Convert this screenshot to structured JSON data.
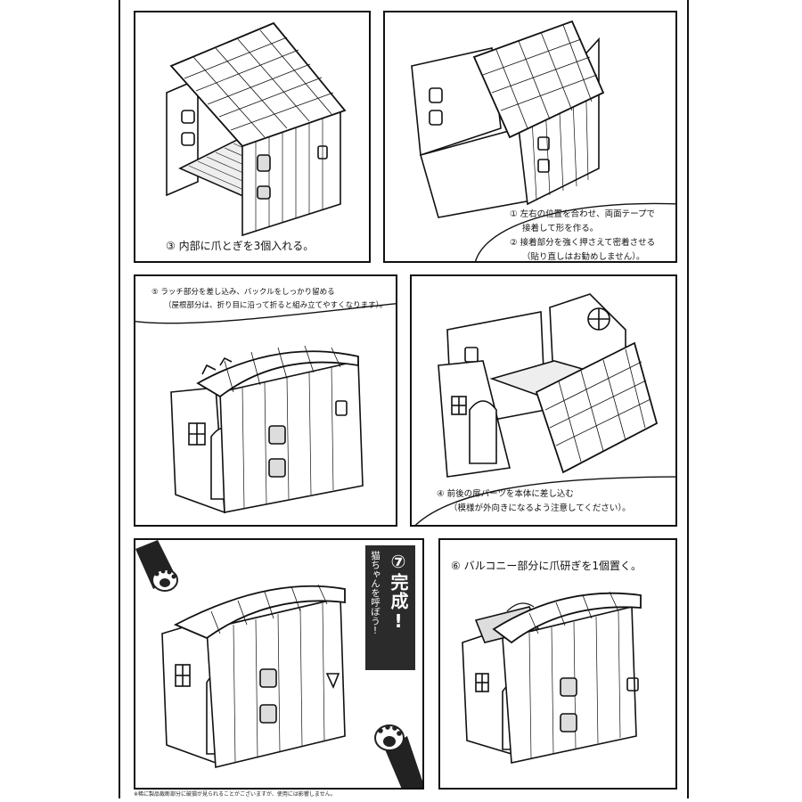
{
  "steps": {
    "step3": {
      "number": "③",
      "text": "内部に爪とぎを3個入れる。"
    },
    "step1_2": {
      "n1": "①",
      "line1": "左右の位置を合わせ、両面テープで",
      "line2": "接着して形を作る。",
      "n2": "②",
      "line3": "接着部分を強く押さえて密着させる",
      "line4": "（貼り直しはお勧めしません）。"
    },
    "step5": {
      "number": "⑤",
      "line1": "ラッチ部分を差し込み、バックルをしっかり留める",
      "line2": "（屋根部分は、折り目に沿って折ると組み立てやすくなります）。"
    },
    "step4": {
      "number": "④",
      "line1": "前後の扉パーツを本体に差し込む",
      "line2": "（模様が外向きになるよう注意してください）。"
    },
    "step6": {
      "number": "⑥",
      "text": "バルコニー部分に爪研ぎを1個置く。"
    },
    "step7": {
      "number": "⑦",
      "title": "完成!",
      "subtitle": "猫ちゃんを呼ぼう!"
    }
  },
  "footnote": "※稀に製品裁断部分に破損が見られることがございますが、使用には影響しません。",
  "colors": {
    "ink": "#111111",
    "label_bg": "#2b2b2b",
    "label_text": "#ffffff"
  }
}
